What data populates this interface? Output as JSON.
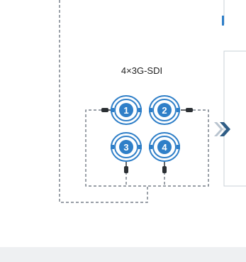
{
  "diagram": {
    "connector_label": "4×3G-SDI",
    "ports": [
      {
        "label": "1"
      },
      {
        "label": "2"
      },
      {
        "label": "3"
      },
      {
        "label": "4"
      }
    ],
    "colors": {
      "port_ring": "#2f7fc8",
      "port_fill": "#ffffff",
      "port_core": "#2f7fc8",
      "dashed_line": "#5a6470",
      "arrow": "#2f5d86",
      "arrow_faded": "#b9c4cf",
      "panel_border": "#c9d0d7"
    }
  }
}
